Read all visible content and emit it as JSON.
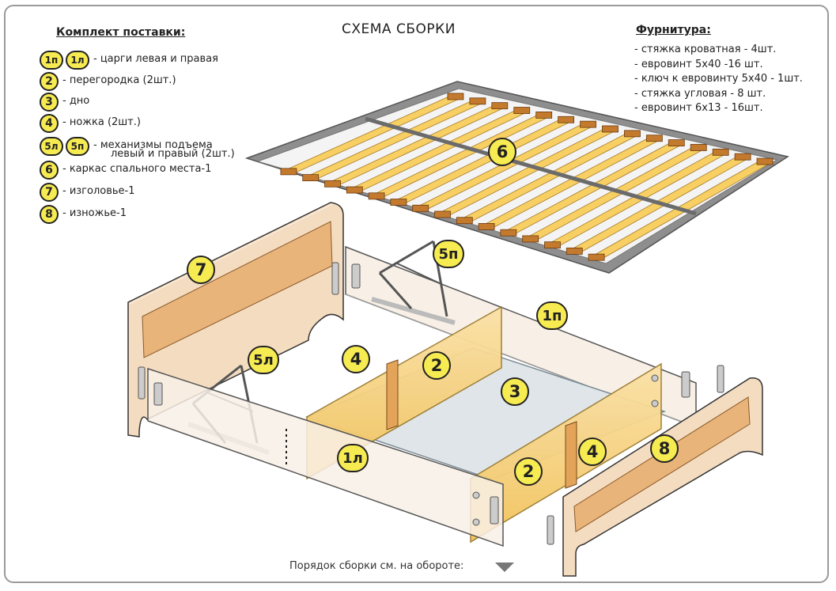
{
  "title": "СХЕМА СБОРКИ",
  "kit": {
    "heading": "Комплект поставки:",
    "items": [
      {
        "codes": [
          "1п",
          "1л"
        ],
        "text": "- царги левая и правая"
      },
      {
        "codes": [
          "2"
        ],
        "text": "- перегородка (2шт.)"
      },
      {
        "codes": [
          "3"
        ],
        "text": "- дно"
      },
      {
        "codes": [
          "4"
        ],
        "text": "- ножка (2шт.)"
      },
      {
        "codes": [
          "5л",
          "5п"
        ],
        "text": "- механизмы подъема",
        "text2": "левый и правый (2шт.)"
      },
      {
        "codes": [
          "6"
        ],
        "text": "- каркас спального места-1"
      },
      {
        "codes": [
          "7"
        ],
        "text": "- изголовье-1"
      },
      {
        "codes": [
          "8"
        ],
        "text": "- изножье-1"
      }
    ]
  },
  "hardware": {
    "heading": "Фурнитура:",
    "items": [
      "- стяжка кроватная - 4шт.",
      "- евровинт 5х40 -16 шт.",
      "- ключ к евровинту 5х40 - 1шт.",
      "- стяжка угловая - 8 шт.",
      "- евровинт 6х13 - 16шт."
    ]
  },
  "labels": {
    "frame": "6",
    "headboard": "7",
    "footboard": "8",
    "side_right": "1п",
    "side_left": "1л",
    "partition_back": "2",
    "partition_front": "2",
    "bottom": "3",
    "leg_left": "4",
    "leg_right": "4",
    "mech_right": "5п",
    "mech_left": "5л"
  },
  "footer": "Порядок сборки см. на обороте:",
  "colors": {
    "badge": "#f7eb52",
    "wood": "#f4dcc0",
    "panel": "#e9b47a",
    "slat": "#f7cf62",
    "partition": "#f6c969"
  }
}
